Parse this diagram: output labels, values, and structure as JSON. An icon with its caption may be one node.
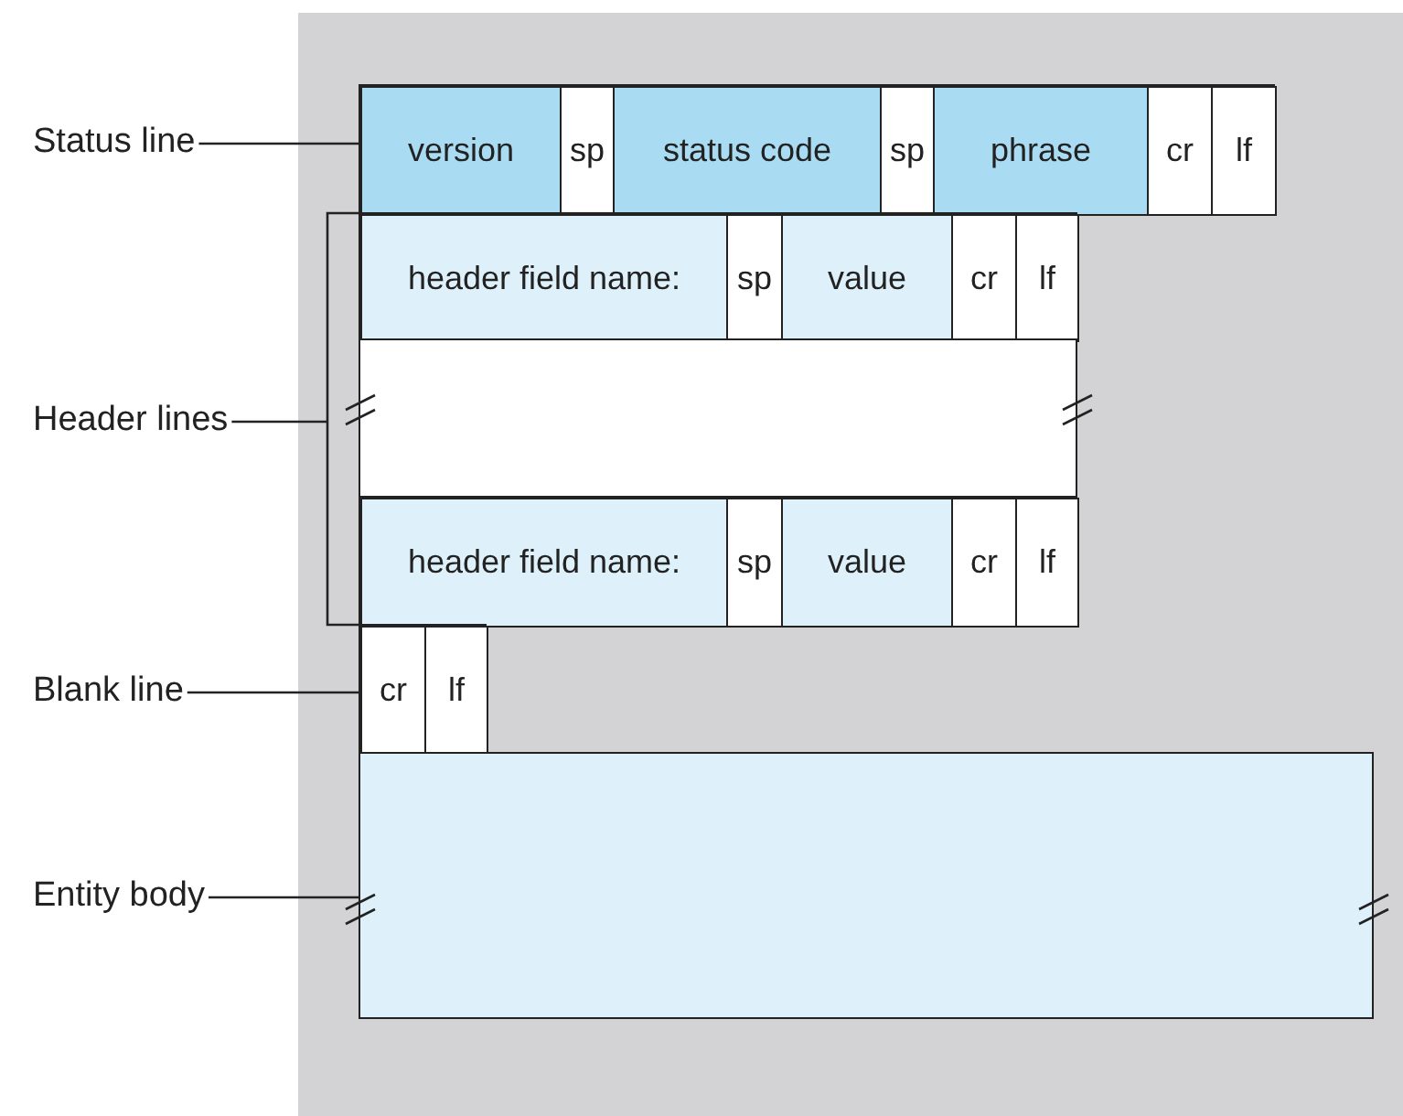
{
  "diagram": {
    "nodes": [
      {
        "text": [
          "Status line"
        ]
      },
      {
        "text": [],
        "shape": "box"
      },
      {
        "text": [
          "version"
        ],
        "in": 1
      },
      {
        "text": [
          "sp"
        ],
        "in": 1
      },
      {
        "text": [
          "status code"
        ],
        "in": 1
      },
      {
        "text": [
          "sp"
        ],
        "in": 1
      },
      {
        "text": [
          "phrase"
        ],
        "in": 1
      },
      {
        "text": [
          "cr"
        ],
        "in": 1
      },
      {
        "text": [
          "lf"
        ],
        "in": 1
      },
      {
        "text": [
          "Header lines"
        ]
      },
      {
        "text": [],
        "shape": "box"
      },
      {
        "text": [],
        "shape": "box",
        "in": 10
      },
      {
        "text": [
          "header field name:"
        ],
        "in": 11
      },
      {
        "text": [
          "sp"
        ],
        "in": 11
      },
      {
        "text": [
          "value"
        ],
        "in": 11
      },
      {
        "text": [
          "cr"
        ],
        "in": 11
      },
      {
        "text": [
          "lf"
        ],
        "in": 11
      },
      {
        "text": [],
        "shape": "box",
        "in": 10
      },
      {
        "text": [],
        "shape": "box",
        "in": 10
      },
      {
        "text": [
          "header field name:"
        ],
        "in": 18
      },
      {
        "text": [
          "sp"
        ],
        "in": 18
      },
      {
        "text": [
          "value"
        ],
        "in": 18
      },
      {
        "text": [
          "cr"
        ],
        "in": 18
      },
      {
        "text": [
          "lf"
        ],
        "in": 18
      },
      {
        "text": [
          "Blank line"
        ]
      },
      {
        "text": [],
        "shape": "box"
      },
      {
        "text": [
          "cr"
        ],
        "in": 25
      },
      {
        "text": [
          "lf"
        ],
        "in": 25
      },
      {
        "text": [
          "Entity body"
        ]
      },
      {
        "text": [],
        "shape": "box"
      }
    ],
    "edges": [
      {
        "from": 0,
        "to": 1,
        "arrow": "none"
      },
      {
        "from": 9,
        "to": 10,
        "arrow": "none"
      },
      {
        "from": 24,
        "to": 25,
        "arrow": "none"
      },
      {
        "from": 28,
        "to": 29,
        "arrow": "none"
      }
    ]
  }
}
